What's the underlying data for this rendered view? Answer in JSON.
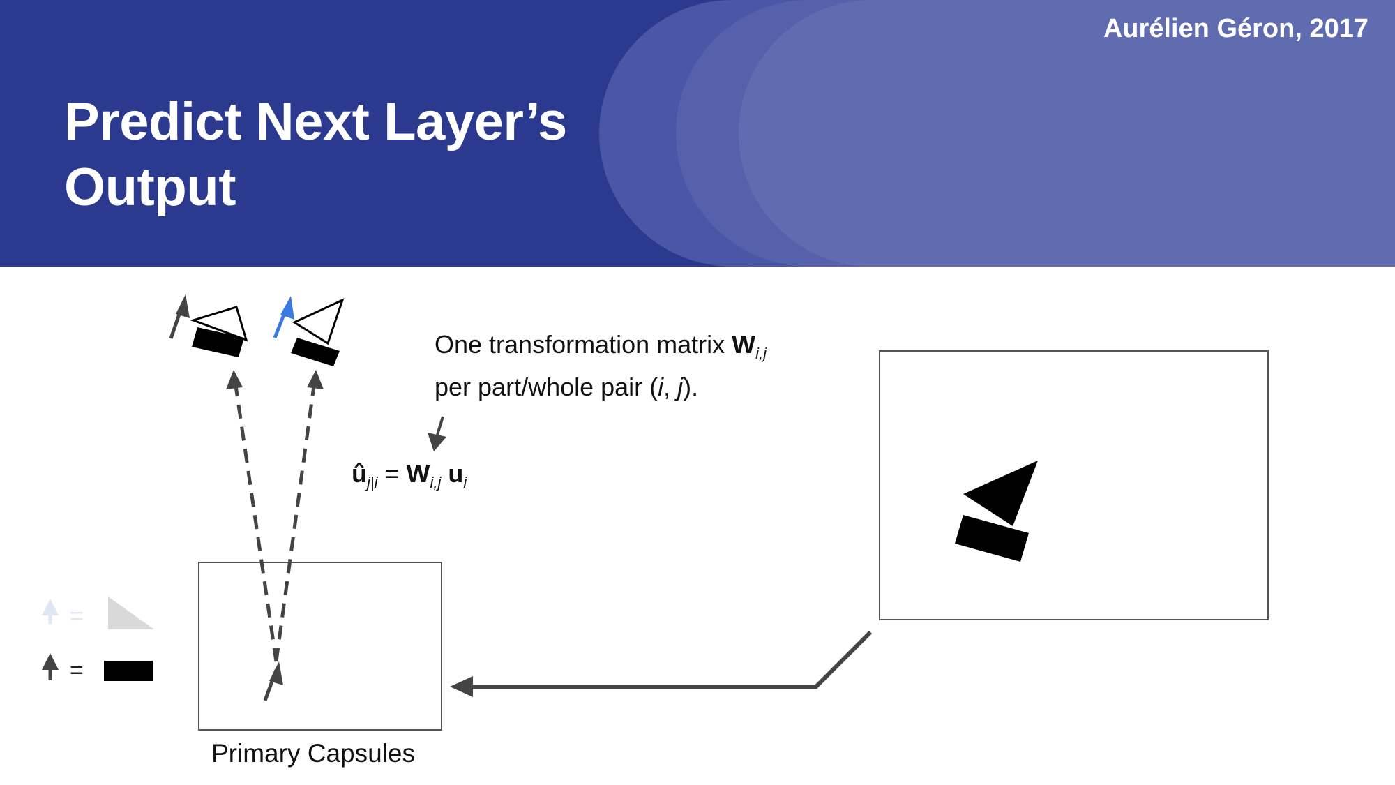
{
  "header": {
    "author": "Aurélien Géron, 2017",
    "title_line1": "Predict Next Layer’s",
    "title_line2": "Output",
    "bg_color": "#2b3a8f"
  },
  "annotation": {
    "line1_text": "One transformation matrix ",
    "line1_bold": "W",
    "line1_sub": "i,j",
    "line2_prefix": "per part/whole pair (",
    "line2_i": "i",
    "line2_sep": ", ",
    "line2_j": "j",
    "line2_suffix": ")."
  },
  "formula": {
    "lhs": "û",
    "lhs_sub": "j|i",
    "equals": " = ",
    "w": "W",
    "w_sub": "i,j",
    "u": "u",
    "u_sub": "i"
  },
  "caption": "Primary Capsules",
  "legend": {
    "equals_1": "=",
    "equals_2": "="
  },
  "colors": {
    "blue_arrow": "#3a7be0",
    "dark": "#444444",
    "faint": "#dfe6f5"
  }
}
